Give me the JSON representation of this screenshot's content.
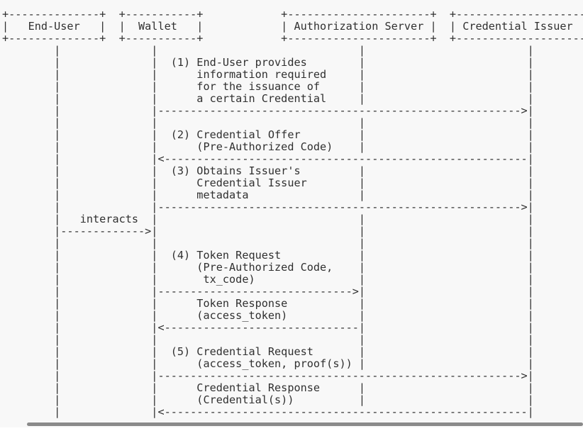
{
  "colors": {
    "background": "#f8f8f8",
    "text": "#303030",
    "scrollbar_thumb": "#8a8a8a",
    "page_below": "#ffffff"
  },
  "diagram": {
    "participants": [
      "End-User",
      "Wallet",
      "Authorization Server",
      "Credential Issuer"
    ],
    "messages": [
      {
        "step": "(1)",
        "from": "Wallet",
        "to": "Credential Issuer",
        "label": "End-User provides information required for the issuance of a certain Credential"
      },
      {
        "step": "(2)",
        "from": "Credential Issuer",
        "to": "Wallet",
        "label": "Credential Offer (Pre-Authorized Code)"
      },
      {
        "step": "(3)",
        "from": "Wallet",
        "to": "Credential Issuer",
        "label": "Obtains Issuer's Credential Issuer metadata"
      },
      {
        "step": "",
        "from": "End-User",
        "to": "Wallet",
        "label": "interacts"
      },
      {
        "step": "(4)",
        "from": "Wallet",
        "to": "Authorization Server",
        "label": "Token Request (Pre-Authorized Code, tx_code)"
      },
      {
        "step": "",
        "from": "Authorization Server",
        "to": "Wallet",
        "label": "Token Response (access_token)"
      },
      {
        "step": "(5)",
        "from": "Wallet",
        "to": "Credential Issuer",
        "label": "Credential Request (access_token, proof(s))"
      },
      {
        "step": "",
        "from": "Credential Issuer",
        "to": "Wallet",
        "label": "Credential Response (Credential(s))"
      }
    ],
    "ascii_lines": [
      "+--------------+  +-----------+            +----------------------+  +---------------------+",
      "|   End-User   |  |  Wallet   |            | Authorization Server |  | Credential Issuer   |",
      "+--------------+  +-----------+            +----------------------+  +---------------------+",
      "        |              |                               |                         |",
      "        |              |  (1) End-User provides        |                         |",
      "        |              |      information required     |                         |",
      "        |              |      for the issuance of      |                         |",
      "        |              |      a certain Credential     |                         |",
      "        |              |-------------------------------------------------------->|",
      "        |              |                               |                         |",
      "        |              |  (2) Credential Offer         |                         |",
      "        |              |      (Pre-Authorized Code)    |                         |",
      "        |              |<--------------------------------------------------------|",
      "        |              |  (3) Obtains Issuer's         |                         |",
      "        |              |      Credential Issuer        |                         |",
      "        |              |      metadata                 |                         |",
      "        |              |-------------------------------------------------------->|",
      "        |   interacts  |                               |                         |",
      "        |------------->|                               |                         |",
      "        |              |                               |                         |",
      "        |              |  (4) Token Request            |                         |",
      "        |              |      (Pre-Authorized Code,    |                         |",
      "        |              |       tx_code)                |                         |",
      "        |              |------------------------------>|                         |",
      "        |              |      Token Response           |                         |",
      "        |              |      (access_token)           |                         |",
      "        |              |<------------------------------|                         |",
      "        |              |                               |                         |",
      "        |              |  (5) Credential Request       |                         |",
      "        |              |      (access_token, proof(s)) |                         |",
      "        |              |-------------------------------------------------------->|",
      "        |              |      Credential Response      |                         |",
      "        |              |      (Credential(s))          |                         |",
      "        |              |<--------------------------------------------------------|"
    ]
  }
}
